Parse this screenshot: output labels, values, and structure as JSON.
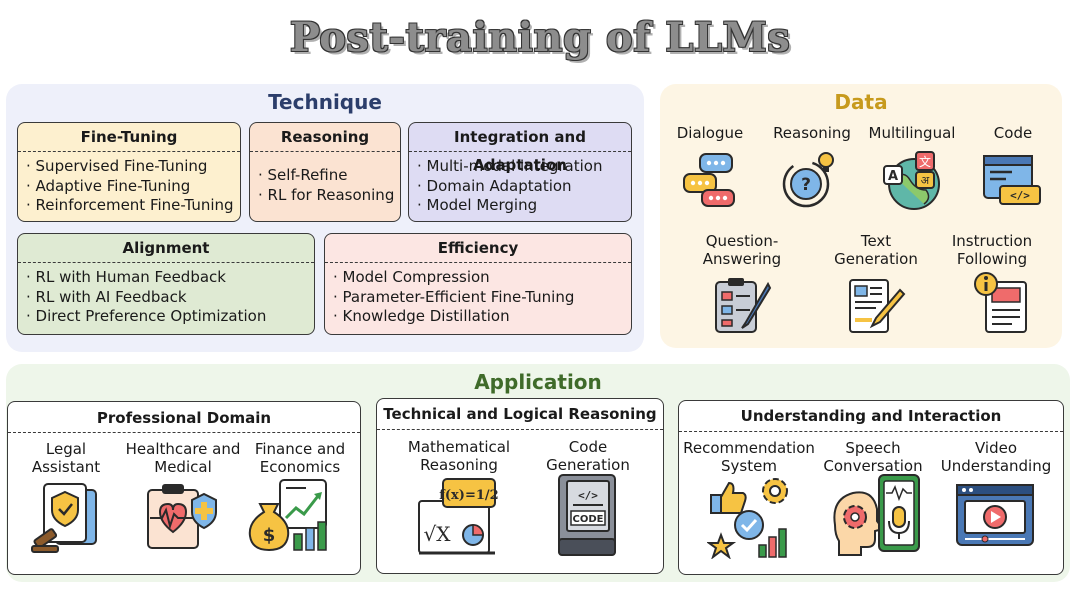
{
  "title": "Post-training of LLMs",
  "technique": {
    "title": "Technique",
    "fine_tuning": {
      "title": "Fine-Tuning",
      "items": [
        "· Supervised Fine-Tuning",
        "· Adaptive Fine-Tuning",
        "· Reinforcement Fine-Tuning"
      ]
    },
    "reasoning": {
      "title": "Reasoning",
      "items": [
        "· Self-Refine",
        "· RL for Reasoning"
      ]
    },
    "integration": {
      "title": "Integration and Adaptation",
      "items": [
        "· Multi-modal integration",
        "· Domain Adaptation",
        "· Model Merging"
      ]
    },
    "alignment": {
      "title": "Alignment",
      "items": [
        "· RL with Human Feedback",
        "· RL with AI Feedback",
        "· Direct Preference Optimization"
      ]
    },
    "efficiency": {
      "title": "Efficiency",
      "items": [
        "· Model Compression",
        "· Parameter-Efficient Fine-Tuning",
        "· Knowledge Distillation"
      ]
    }
  },
  "data": {
    "title": "Data",
    "items": [
      {
        "label": "Dialogue",
        "icon": "dialogue-icon"
      },
      {
        "label": "Reasoning",
        "icon": "reasoning-icon"
      },
      {
        "label": "Multilingual",
        "icon": "multilingual-icon"
      },
      {
        "label": "Code",
        "icon": "code-icon"
      },
      {
        "label": "Question-\nAnswering",
        "icon": "question-answering-icon"
      },
      {
        "label": "Text\nGeneration",
        "icon": "text-generation-icon"
      },
      {
        "label": "Instruction\nFollowing",
        "icon": "instruction-following-icon"
      }
    ]
  },
  "application": {
    "title": "Application",
    "professional": {
      "title": "Professional Domain",
      "items": [
        {
          "label": "Legal\nAssistant",
          "icon": "legal-icon"
        },
        {
          "label": "Healthcare and\nMedical",
          "icon": "healthcare-icon"
        },
        {
          "label": "Finance and\nEconomics",
          "icon": "finance-icon"
        }
      ]
    },
    "technical": {
      "title": "Technical and Logical Reasoning",
      "items": [
        {
          "label": "Mathematical\nReasoning",
          "icon": "math-icon"
        },
        {
          "label": "Code\nGeneration",
          "icon": "code-book-icon"
        }
      ]
    },
    "understanding": {
      "title": "Understanding and Interaction",
      "items": [
        {
          "label": "Recommendation\nSystem",
          "icon": "recommendation-icon"
        },
        {
          "label": "Speech\nConversation",
          "icon": "speech-icon"
        },
        {
          "label": "Video\nUnderstanding",
          "icon": "video-icon"
        }
      ]
    }
  },
  "icon_text": {
    "math_fx": "f(x)=",
    "math_frac": "1/2",
    "code_tag": "</>",
    "code_word": "CODE",
    "ml_a": "A",
    "ml_x": "文",
    "ml_hi": "अ",
    "qmark": "?"
  },
  "colors": {
    "technique_bg": "#eef0fa",
    "data_bg": "#fdf5e4",
    "application_bg": "#eef6ea",
    "technique_title": "#2c3e6b",
    "data_title": "#c79a1d",
    "application_title": "#3f6b2a",
    "fine_tuning_bg": "#fdf0cf",
    "reasoning_bg": "#fbe3d2",
    "integration_bg": "#dedcf3",
    "alignment_bg": "#dfead3",
    "efficiency_bg": "#fce6e3"
  }
}
